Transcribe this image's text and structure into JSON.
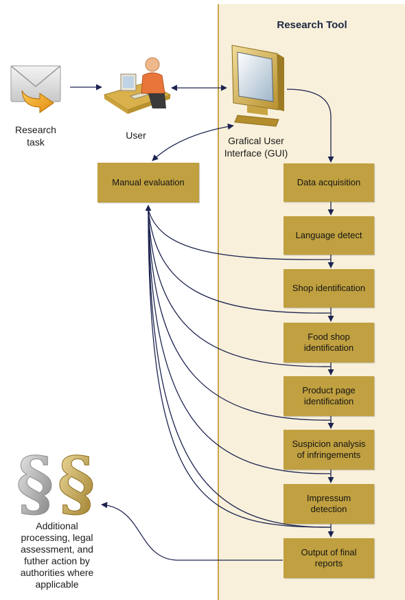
{
  "title": "Research Tool",
  "labels": {
    "research_task": "Research\ntask",
    "user": "User",
    "gui": "Grafical User\nInterface (GUI)",
    "manual": "Manual evaluation",
    "additional": "Additional\nprocessing, legal\nassessment, and\nfuther action by\nauthorities where\napplicable"
  },
  "steps": [
    "Data acquisition",
    "Language detect",
    "Shop identification",
    "Food shop\nidentification",
    "Product page\nidentification",
    "Suspicion analysis\nof infringements",
    "Impressum\ndetection",
    "Output of final\nreports"
  ],
  "colors": {
    "panel": "#f8f0da",
    "box": "#c0a040",
    "arrow": "#1c2350"
  },
  "icons": [
    "envelope-arrow-icon",
    "user-at-computer-icon",
    "monitor-icon",
    "paragraph-silver-icon",
    "paragraph-gold-icon"
  ]
}
